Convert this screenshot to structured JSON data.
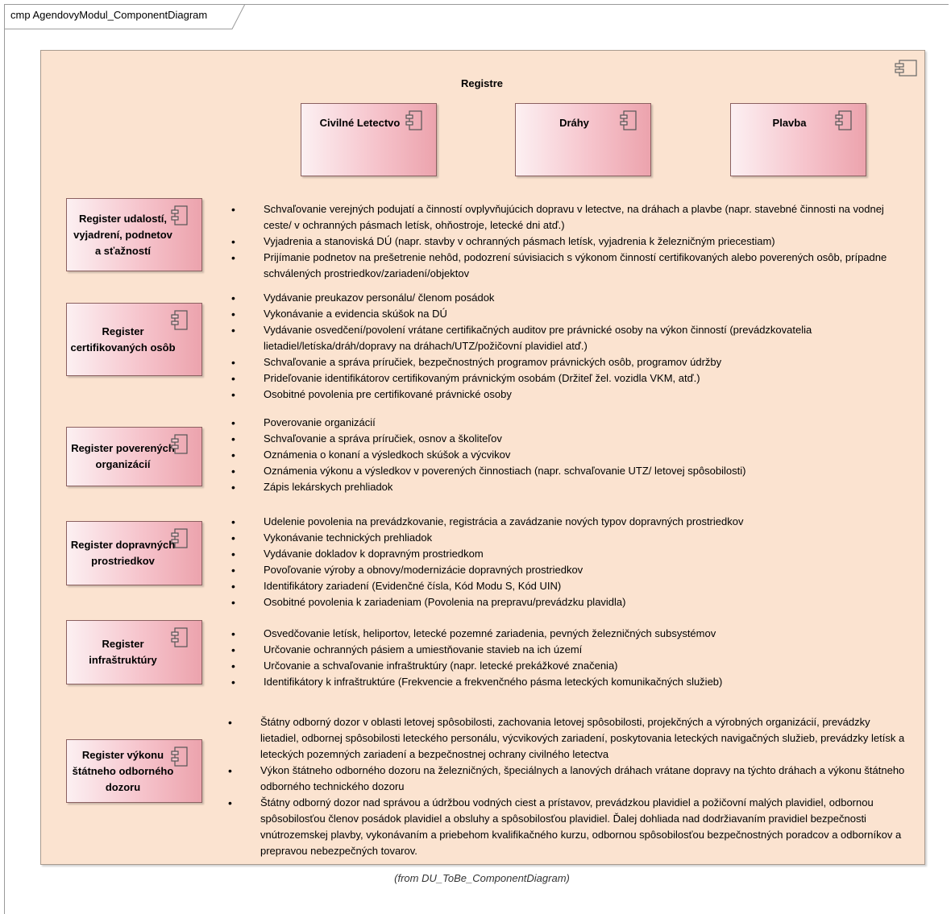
{
  "frame": {
    "title": "cmp AgendovyModul_ComponentDiagram"
  },
  "container": {
    "title": "Registre",
    "components": [
      "Civilné Letectvo",
      "Dráhy",
      "Plavba"
    ]
  },
  "registers": [
    {
      "name": "Register udalostí, vyjadrení, podnetov a sťažností",
      "lines": [
        "Register udalostí,",
        "vyjadrení, podnetov",
        "a sťažností"
      ],
      "items": [
        "Schvaľovanie verejných podujatí a činností ovplyvňujúcich dopravu v letectve, na dráhach a plavbe (napr. stavebné činnosti na vodnej ceste/ v ochranných pásmach letísk, ohňostroje, letecké dni atď.)",
        "Vyjadrenia a stanoviská DÚ (napr. stavby v ochranných pásmach letísk, vyjadrenia k železničným priecestiam)",
        "Prijímanie podnetov na prešetrenie nehôd, podozrení súvisiacich s výkonom činností certifikovaných alebo poverených osôb, prípadne schválených prostriedkov/zariadení/objektov"
      ]
    },
    {
      "name": "Register certifikovaných osôb",
      "lines": [
        "Register",
        "certifikovaných osôb"
      ],
      "items": [
        "Vydávanie preukazov personálu/ členom posádok",
        "Vykonávanie a evidencia skúšok na DÚ",
        "Vydávanie osvedčení/povolení vrátane certifikačných auditov pre právnické osoby na výkon činností (prevádzkovatelia lietadiel/letíska/dráh/dopravy na dráhach/UTZ/požičovní plavidiel atď.)",
        "Schvaľovanie a správa príručiek, bezpečnostných programov právnických osôb, programov údržby",
        "Prideľovanie identifikátorov certifikovaným právnickým osobám (Držiteľ žel. vozidla VKM, atď.)",
        "Osobitné povolenia pre certifikované právnické osoby"
      ]
    },
    {
      "name": "Register poverených organizácií",
      "lines": [
        "Register poverených",
        "organizácií"
      ],
      "items": [
        "Poverovanie organizácií",
        "Schvaľovanie a správa príručiek, osnov a školiteľov",
        "Oznámenia o konaní a výsledkoch skúšok a výcvikov",
        "Oznámenia výkonu a výsledkov v poverených činnostiach (napr. schvaľovanie UTZ/ letovej spôsobilosti)",
        "Zápis lekárskych prehliadok"
      ]
    },
    {
      "name": "Register dopravných prostriedkov",
      "lines": [
        "Register dopravných",
        "prostriedkov"
      ],
      "items": [
        "Udelenie povolenia na prevádzkovanie, registrácia a zavádzanie nových typov dopravných prostriedkov",
        "Vykonávanie technických prehliadok",
        "Vydávanie dokladov k dopravným prostriedkom",
        "Povoľovanie výroby a obnovy/modernizácie dopravných prostriedkov",
        "Identifikátory zariadení (Evidenčné čísla, Kód Modu S, Kód UIN)",
        "Osobitné povolenia k zariadeniam (Povolenia na prepravu/prevádzku plavidla)"
      ]
    },
    {
      "name": "Register infraštruktúry",
      "lines": [
        "Register",
        "infraštruktúry"
      ],
      "items": [
        "Osvedčovanie letísk, heliportov, letecké pozemné zariadenia, pevných železničných subsystémov",
        "Určovanie ochranných pásiem a umiestňovanie stavieb na ich území",
        "Určovanie a schvaľovanie infraštruktúry (napr. letecké prekážkové značenia)",
        "Identifikátory k infraštruktúre (Frekvencie a frekvenčného pásma leteckých komunikačných služieb)"
      ]
    },
    {
      "name": "Register výkonu štátneho odborného dozoru",
      "lines": [
        "Register výkonu",
        "štátneho odborného",
        "dozoru"
      ],
      "items": [
        "Štátny odborný dozor v oblasti letovej spôsobilosti, zachovania letovej spôsobilosti, projekčných a výrobných organizácií, prevádzky lietadiel, odbornej spôsobilosti leteckého personálu, výcvikových zariadení, poskytovania leteckých navigačných služieb, prevádzky letísk a leteckých pozemných zariadení a bezpečnostnej ochrany civilného letectva",
        "Výkon štátneho odborného dozoru na železničných, špeciálnych a lanových dráhach vrátane dopravy na týchto dráhach a výkonu štátneho odborného technického dozoru",
        "Štátny odborný dozor nad správou a údržbou vodných ciest a prístavov, prevádzkou plavidiel a požičovní malých plavidiel, odbornou spôsobilosťou členov posádok plavidiel a obsluhy a spôsobilosťou plavidiel. Ďalej dohliada nad dodržiavaním pravidiel bezpečnosti vnútrozemskej plavby, vykonávaním a priebehom kvalifikačného kurzu, odbornou spôsobilosťou bezpečnostných poradcov a odborníkov a prepravou nebezpečných tovarov."
      ]
    }
  ],
  "caption": "(from DU_ToBe_ComponentDiagram)",
  "colors": {
    "container_fill": "#fbe3d0",
    "component_fill_light": "#fcf0f2",
    "component_fill_dark": "#eca3ad"
  },
  "icons": {
    "component": "uml-component-icon"
  }
}
